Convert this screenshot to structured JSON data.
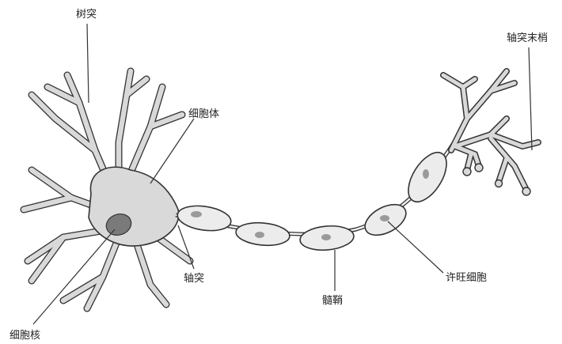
{
  "labels": {
    "dendrite": "树突",
    "cell_body": "细胞体",
    "nucleus": "细胞核",
    "axon": "轴突",
    "myelin": "髓鞘",
    "schwann": "许旺细胞",
    "axon_terminal": "轴突末梢"
  },
  "colors": {
    "cell_fill": "#d9d9d9",
    "nucleus_fill": "#7a7a7a",
    "myelin_fill": "#ececec",
    "outline": "#333333",
    "background": "#ffffff"
  }
}
